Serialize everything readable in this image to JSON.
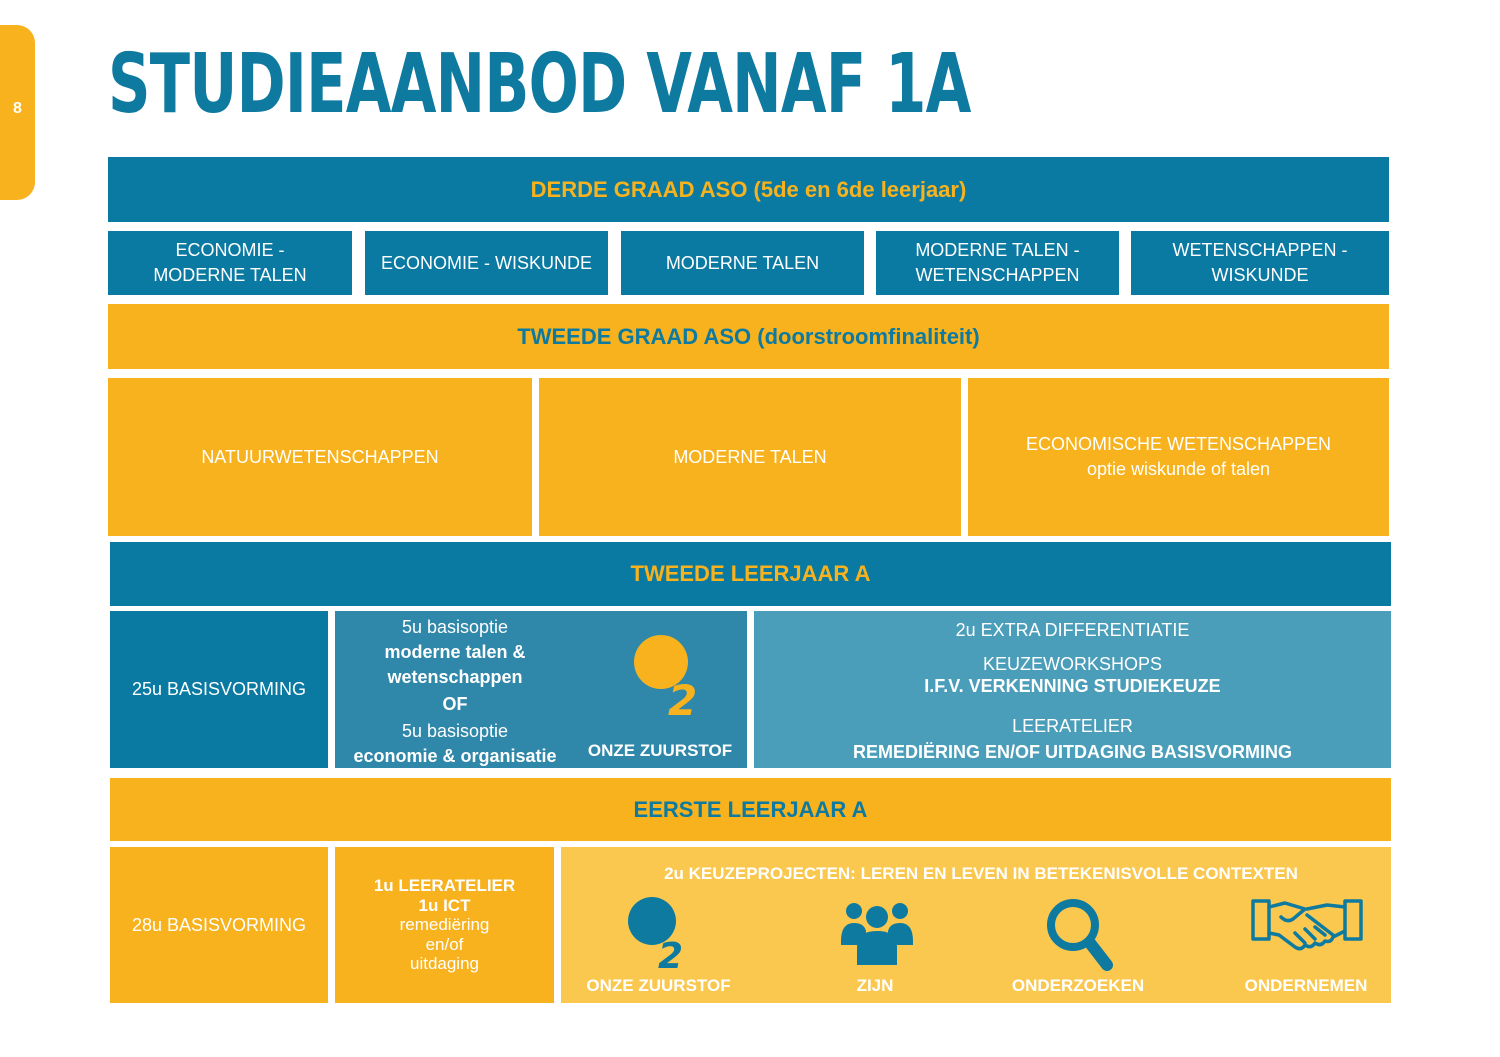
{
  "page": {
    "number": "8",
    "title": "STUDIEAANBOD VANAF 1A"
  },
  "derde_graad": {
    "heading": "DERDE GRAAD ASO (5de en 6de leerjaar)",
    "options": [
      {
        "line1": "ECONOMIE -",
        "line2": "MODERNE TALEN"
      },
      {
        "line1": "ECONOMIE - WISKUNDE",
        "line2": ""
      },
      {
        "line1": "MODERNE TALEN",
        "line2": ""
      },
      {
        "line1": "MODERNE TALEN -",
        "line2": "WETENSCHAPPEN"
      },
      {
        "line1": "WETENSCHAPPEN -",
        "line2": "WISKUNDE"
      }
    ]
  },
  "tweede_graad": {
    "heading": "TWEEDE GRAAD ASO (doorstroomfinaliteit)",
    "options": [
      {
        "line1": "NATUURWETENSCHAPPEN",
        "line2": ""
      },
      {
        "line1": "MODERNE TALEN",
        "line2": ""
      },
      {
        "line1": "ECONOMISCHE WETENSCHAPPEN",
        "line2": "optie wiskunde of talen"
      }
    ]
  },
  "tweede_leerjaar": {
    "heading": "TWEEDE LEERJAAR A",
    "basisvorming": "25u BASISVORMING",
    "basisoptie": {
      "a_light": "5u basisoptie",
      "a_bold1": "moderne talen &",
      "a_bold2": "wetenschappen",
      "of": "OF",
      "b_light": "5u basisoptie",
      "b_bold": "economie & organisatie",
      "zuurstof_label": "ONZE ZUURSTOF"
    },
    "differentiatie": {
      "title": "2u EXTRA DIFFERENTIATIE",
      "workshops_light": "KEUZEWORKSHOPS",
      "workshops_bold": "I.F.V. VERKENNING STUDIEKEUZE",
      "atelier_light": "LEERATELIER",
      "atelier_bold": "REMEDIËRING EN/OF UITDAGING BASISVORMING"
    }
  },
  "eerste_leerjaar": {
    "heading": "EERSTE LEERJAAR A",
    "basisvorming": "28u BASISVORMING",
    "leeratelier": {
      "bold1": "1u LEERATELIER",
      "bold2": "1u ICT",
      "light1": "remediëring",
      "light2": "en/of",
      "light3": "uitdaging"
    },
    "keuzeprojecten": {
      "title": "2u KEUZEPROJECTEN: LEREN EN LEVEN IN BETEKENISVOLLE CONTEXTEN",
      "items": [
        {
          "label": "ONZE ZUURSTOF",
          "icon": "o2-icon"
        },
        {
          "label": "ZIJN",
          "icon": "people-icon"
        },
        {
          "label": "ONDERZOEKEN",
          "icon": "magnifier-icon"
        },
        {
          "label": "ONDERNEMEN",
          "icon": "handshake-icon"
        }
      ]
    }
  },
  "colors": {
    "blue": "#0a7aa2",
    "yellow": "#f7b21e",
    "light_yellow": "#fbc84f",
    "mid_blue": "#2f87a9",
    "light_blue": "#4b9eba"
  }
}
